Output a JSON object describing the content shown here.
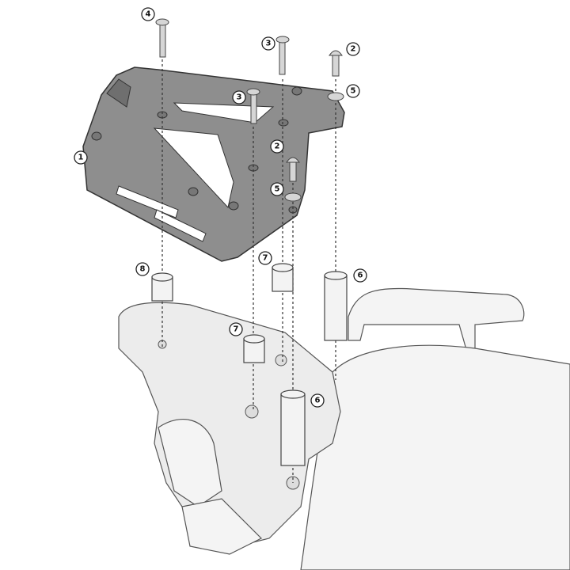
{
  "diagram": {
    "type": "exploded assembly view",
    "colors": {
      "plate": "#8e8e8e",
      "outline": "#333333",
      "bike": "#ececec"
    },
    "callouts": [
      {
        "id": "c4",
        "label": "4"
      },
      {
        "id": "c3a",
        "label": "3"
      },
      {
        "id": "c2a",
        "label": "2"
      },
      {
        "id": "c3b",
        "label": "3"
      },
      {
        "id": "c5a",
        "label": "5"
      },
      {
        "id": "c1",
        "label": "1"
      },
      {
        "id": "c2b",
        "label": "2"
      },
      {
        "id": "c5b",
        "label": "5"
      },
      {
        "id": "c7a",
        "label": "7"
      },
      {
        "id": "c8",
        "label": "8"
      },
      {
        "id": "c6a",
        "label": "6"
      },
      {
        "id": "c7b",
        "label": "7"
      },
      {
        "id": "c6b",
        "label": "6"
      }
    ]
  }
}
